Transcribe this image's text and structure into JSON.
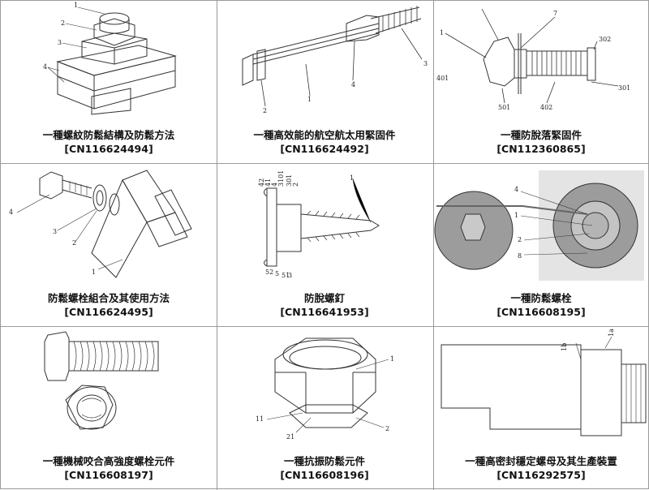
{
  "cells": [
    {
      "title": "一種螺紋防鬆結構及防鬆方法",
      "code": "[CN116624494]",
      "labels": [
        "1",
        "2",
        "3",
        "4"
      ]
    },
    {
      "title": "一種高效能的航空航太用緊固件",
      "code": "[CN116624492]",
      "labels": [
        "1",
        "2",
        "3",
        "4"
      ]
    },
    {
      "title": "一種防脫落緊固件",
      "code": "[CN112360865]",
      "labels": [
        "1",
        "7",
        "401",
        "501",
        "402",
        "301",
        "302"
      ]
    },
    {
      "title": "防鬆螺栓組合及其使用方法",
      "code": "[CN116624495]",
      "labels": [
        "1",
        "2",
        "3",
        "4"
      ]
    },
    {
      "title": "防脫螺釘",
      "code": "[CN116641953]",
      "labels": [
        "42",
        "41",
        "4",
        "3101",
        "301",
        "2",
        "1",
        "52",
        "5",
        "51",
        "3"
      ]
    },
    {
      "title": "一種防鬆螺栓",
      "code": "[CN116608195]",
      "labels": [
        "4",
        "1",
        "2",
        "8"
      ]
    },
    {
      "title": "一種機械咬合高強度螺栓元件",
      "code": "[CN116608197]",
      "labels": []
    },
    {
      "title": "一種抗振防鬆元件",
      "code": "[CN116608196]",
      "labels": [
        "1",
        "11",
        "21",
        "2"
      ]
    },
    {
      "title": "一種高密封穩定螺母及其生產裝置",
      "code": "[CN116292575]",
      "labels": [
        "1a",
        "1b"
      ]
    }
  ]
}
